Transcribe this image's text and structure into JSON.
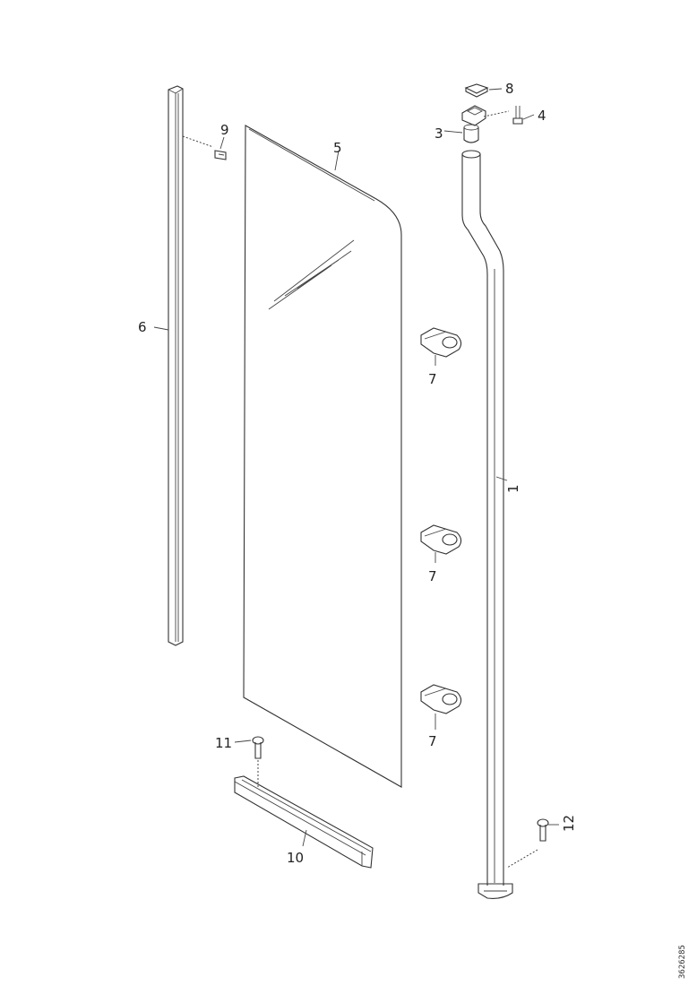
{
  "callouts": {
    "tube": "1",
    "bracket_top": "3",
    "screw_top": "4",
    "glass": "5",
    "profile": "6",
    "clamp_1": "7",
    "clamp_2": "7",
    "clamp_3": "7",
    "cap_top": "8",
    "screw_profile": "9",
    "bottom_rail": "10",
    "screw_rail": "11",
    "screw_bottom": "12"
  },
  "drawing_code": "3626285"
}
